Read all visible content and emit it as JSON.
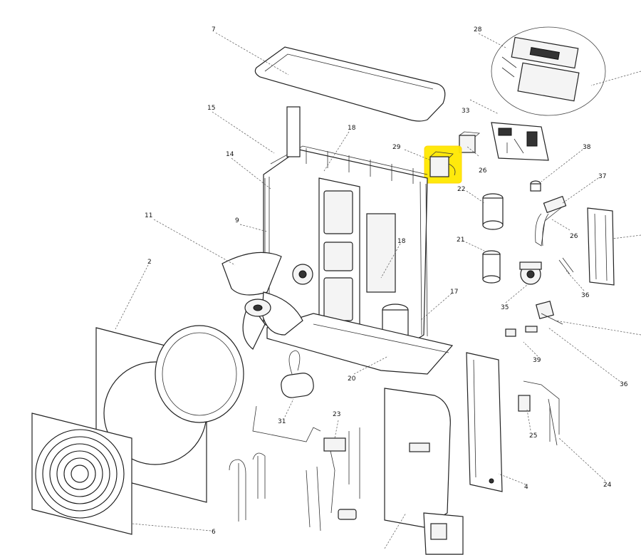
{
  "callouts": [
    {
      "id": "c7",
      "text": "7"
    },
    {
      "id": "c28",
      "text": "28"
    },
    {
      "id": "c15",
      "text": "15"
    },
    {
      "id": "c18a",
      "text": "18"
    },
    {
      "id": "c33",
      "text": "33"
    },
    {
      "id": "c14",
      "text": "14"
    },
    {
      "id": "c29",
      "text": "29"
    },
    {
      "id": "c26a",
      "text": "26"
    },
    {
      "id": "c38",
      "text": "38"
    },
    {
      "id": "c22",
      "text": "22"
    },
    {
      "id": "c37",
      "text": "37"
    },
    {
      "id": "c11",
      "text": "11"
    },
    {
      "id": "c9",
      "text": "9"
    },
    {
      "id": "c18b",
      "text": "18"
    },
    {
      "id": "c26b",
      "text": "26"
    },
    {
      "id": "c21",
      "text": "21"
    },
    {
      "id": "c2",
      "text": "2"
    },
    {
      "id": "c36a",
      "text": "36"
    },
    {
      "id": "c35",
      "text": "35"
    },
    {
      "id": "c17",
      "text": "17"
    },
    {
      "id": "c39",
      "text": "39"
    },
    {
      "id": "c20",
      "text": "20"
    },
    {
      "id": "c36b",
      "text": "36"
    },
    {
      "id": "c31",
      "text": "31"
    },
    {
      "id": "c23",
      "text": "23"
    },
    {
      "id": "c25",
      "text": "25"
    },
    {
      "id": "c24",
      "text": "24"
    },
    {
      "id": "c4",
      "text": "4"
    },
    {
      "id": "c6",
      "text": "6"
    }
  ],
  "highlight": {
    "part": "29",
    "color": "#ffe800"
  }
}
